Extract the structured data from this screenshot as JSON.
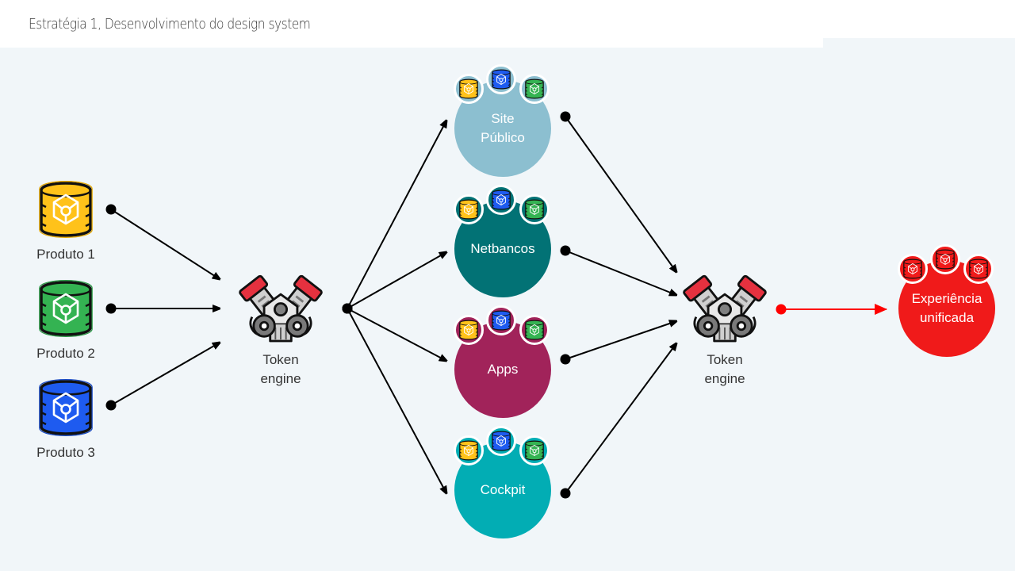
{
  "title": "Estratégia 1, Desenvolvimento do design system",
  "colors": {
    "background": "#f1f6f9",
    "connector": "#000000",
    "output_connector": "#ff0000",
    "yellow": "#ffc21a",
    "green": "#34b352",
    "blue": "#1e5bf0",
    "red": "#f01a1a"
  },
  "products": [
    {
      "label": "Produto 1",
      "color": "#ffc21a",
      "icon": "database-cube-icon"
    },
    {
      "label": "Produto 2",
      "color": "#34b352",
      "icon": "database-cube-icon"
    },
    {
      "label": "Produto 3",
      "color": "#1e5bf0",
      "icon": "database-cube-icon"
    }
  ],
  "engines": [
    {
      "label_line1": "Token",
      "label_line2": "engine",
      "icon": "engine-icon"
    },
    {
      "label_line1": "Token",
      "label_line2": "engine",
      "icon": "engine-icon"
    }
  ],
  "channels": [
    {
      "label_line1": "Site",
      "label_line2": "Público",
      "color": "#8cbfd0"
    },
    {
      "label_line1": "Netbancos",
      "label_line2": "",
      "color": "#027275"
    },
    {
      "label_line1": "Apps",
      "label_line2": "",
      "color": "#a1235a"
    },
    {
      "label_line1": "Cockpit",
      "label_line2": "",
      "color": "#02adb4"
    }
  ],
  "output": {
    "label_line1": "Experiência",
    "label_line2": "unificada",
    "color": "#f01a1a"
  }
}
